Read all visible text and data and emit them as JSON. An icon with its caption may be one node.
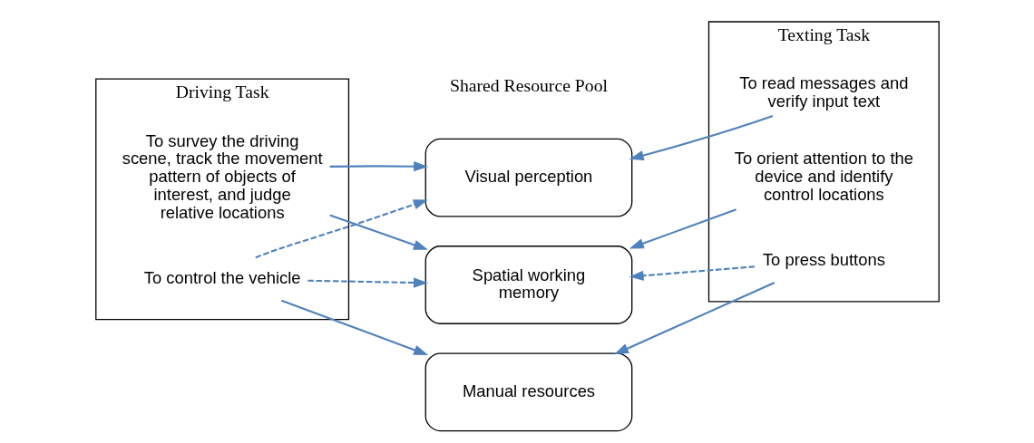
{
  "diagram": {
    "nodes": [
      {
        "text": [
          "Driving Task"
        ]
      },
      {
        "text": [
          "To survey the driving scene, track the movement pattern of objects of interest, and judge relative locations"
        ],
        "in": 0
      },
      {
        "text": [
          "To control the vehicle"
        ],
        "in": 0
      },
      {
        "text": [
          "Visual perception"
        ]
      },
      {
        "text": [
          "Spatial working memory"
        ]
      },
      {
        "text": [
          "Manual resources"
        ]
      },
      {
        "text": [
          "Texting Task"
        ]
      },
      {
        "text": [
          "To read messages and verify input text"
        ],
        "in": 6
      },
      {
        "text": [
          "To orient attention to the device and identify control locations"
        ],
        "in": 6
      },
      {
        "text": [
          "To press buttons"
        ],
        "in": 6
      }
    ],
    "edges": [
      {
        "from": 1,
        "to": 3,
        "arrow": "to"
      },
      {
        "from": 1,
        "to": 4,
        "arrow": "to"
      },
      {
        "from": 2,
        "to": 3,
        "arrow": "to",
        "style": "dashed"
      },
      {
        "from": 2,
        "to": 4,
        "arrow": "to",
        "style": "dashed"
      },
      {
        "from": 2,
        "to": 5,
        "arrow": "to"
      },
      {
        "from": 7,
        "to": 3,
        "arrow": "to"
      },
      {
        "from": 8,
        "to": 4,
        "arrow": "to"
      },
      {
        "from": 9,
        "to": 5,
        "arrow": "to"
      },
      {
        "from": 9,
        "to": 4,
        "arrow": "to",
        "style": "dashed"
      }
    ],
    "labels": [
      "Shared Resource Pool"
    ]
  }
}
